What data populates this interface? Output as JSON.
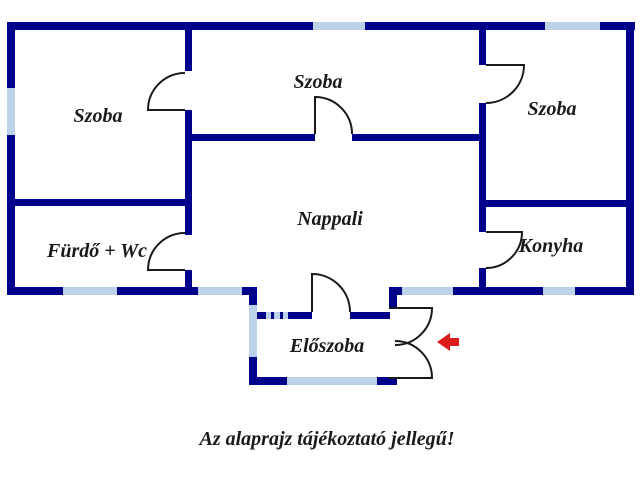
{
  "document": {
    "type": "floor-plan",
    "caption": "Az alaprajz tájékoztató jellegű!"
  },
  "rooms": [
    {
      "id": "szoba-left",
      "label": "Szoba"
    },
    {
      "id": "szoba-middle",
      "label": "Szoba"
    },
    {
      "id": "szoba-right",
      "label": "Szoba"
    },
    {
      "id": "nappali",
      "label": "Nappali"
    },
    {
      "id": "furdo-wc",
      "label": "Fürdő + Wc"
    },
    {
      "id": "konyha",
      "label": "Konyha"
    },
    {
      "id": "eloszoba",
      "label": "Előszoba"
    }
  ],
  "legend": {
    "wall_icon": "navy-wall-segment",
    "window_icon": "light-blue-window-segment",
    "door_icon": "quarter-circle-door-swing",
    "entrance_icon": "red-arrow-left"
  },
  "colors": {
    "wall": "#00008b",
    "window": "#bdd2e9",
    "door": "#1a1a1a",
    "arrow": "#d91c1c",
    "label": "#1a1a1a",
    "bg": "#ffffff"
  }
}
